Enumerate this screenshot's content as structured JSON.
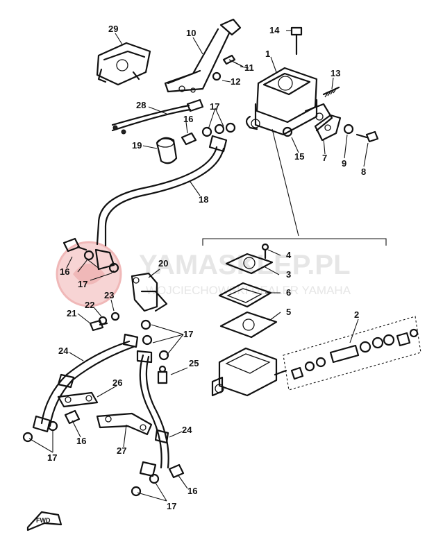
{
  "watermark": {
    "brand": "YAMASKLEP.PL",
    "subtitle": "WOJCIECHOWSKI DEALER YAMAHA",
    "accent_color": "#f2c2c2",
    "text_color": "#e6e6e6"
  },
  "fwd_label": "FWD",
  "callouts": [
    "1",
    "2",
    "3",
    "4",
    "5",
    "6",
    "7",
    "8",
    "9",
    "10",
    "11",
    "12",
    "13",
    "14",
    "15",
    "16",
    "16",
    "16",
    "16",
    "16",
    "17",
    "17",
    "17",
    "17",
    "17",
    "17",
    "18",
    "19",
    "20",
    "21",
    "22",
    "23",
    "24",
    "24",
    "25",
    "26",
    "27",
    "28",
    "29"
  ]
}
